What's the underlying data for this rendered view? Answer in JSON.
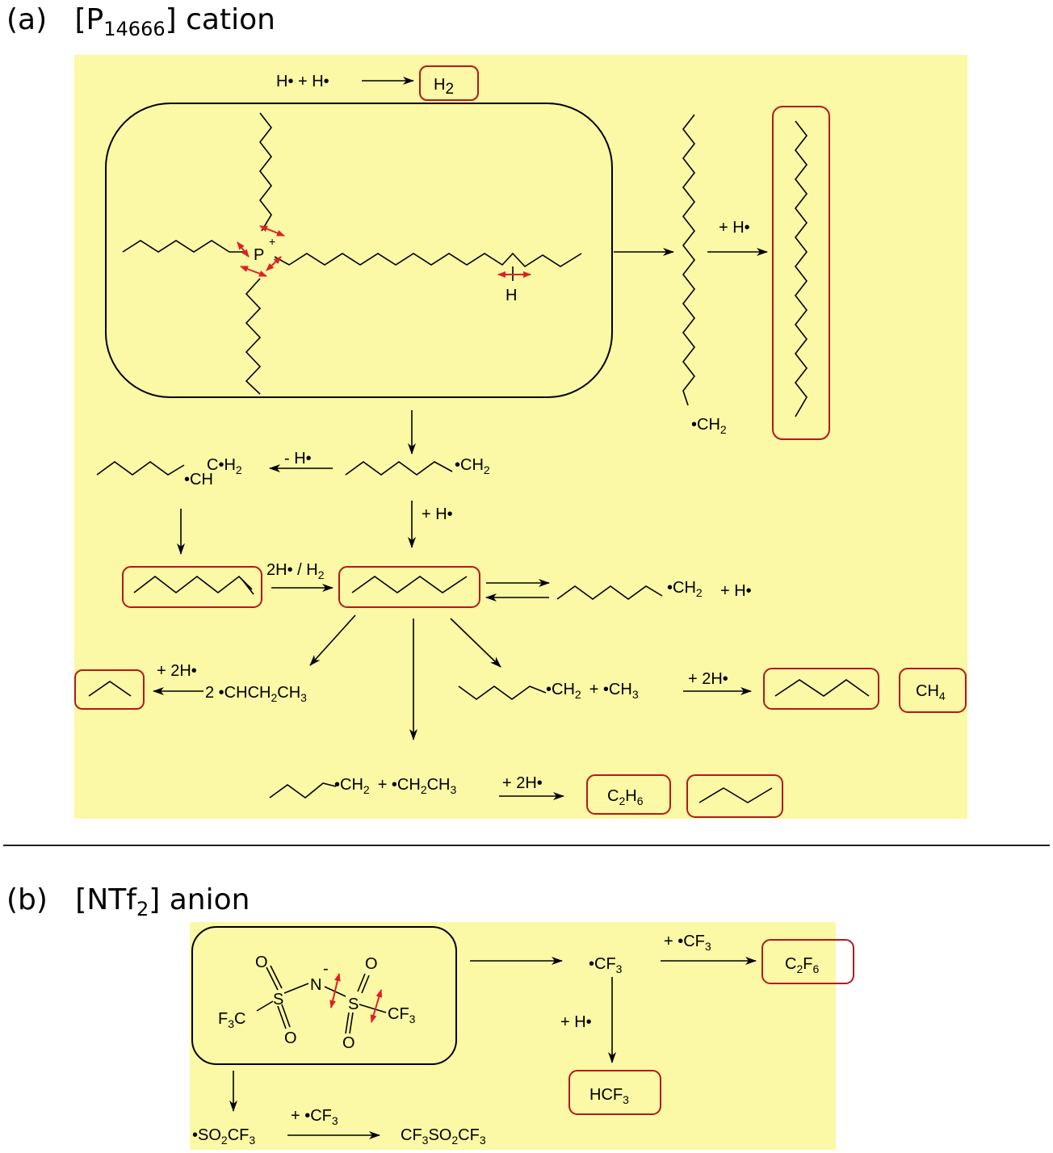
{
  "panel_a": {
    "heading_label": "(a)",
    "heading_pre": "[P",
    "heading_sub": "14666",
    "heading_post": "] cation",
    "h_reaction": "H•  + H•",
    "h2_pre": "H",
    "h2_sub": "2",
    "phosphorus": "P",
    "plus": "+",
    "hydrogen": "H",
    "plus_h": "+ H•",
    "minus_h": "- H•",
    "plus_h_2": "+ H•",
    "two_h_h2_pre": "2H• / H",
    "two_h_h2_sub": "2",
    "plus_h_side": "+ H•",
    "plus_2h_a": "+ 2H•",
    "plus_2h_b": "+ 2H•",
    "plus_2h_c": "+ 2H•",
    "ch_radical_top": "C•H",
    "ch_radical_sub": "2",
    "ch_radical_bottom": "•CH"
  },
  "panel_b": {
    "heading_label": "(b)",
    "heading_pre": "[NTf",
    "heading_sub": "2",
    "heading_post": "] anion",
    "cf3_radical": "•CF",
    "plus_cf3": "+  •CF",
    "plus_h": "+ H•",
    "c2f6": "C2F6",
    "hcf3": "HCF3",
    "plus_cf3_bottom": "+  •CF",
    "so2cf3": "•SO2CF3",
    "product": "CF3SO2CF3"
  },
  "colors": {
    "panel_bg": "#fbf8a6",
    "box_stroke": "#b31a1a",
    "arrow_red": "#e02020"
  }
}
